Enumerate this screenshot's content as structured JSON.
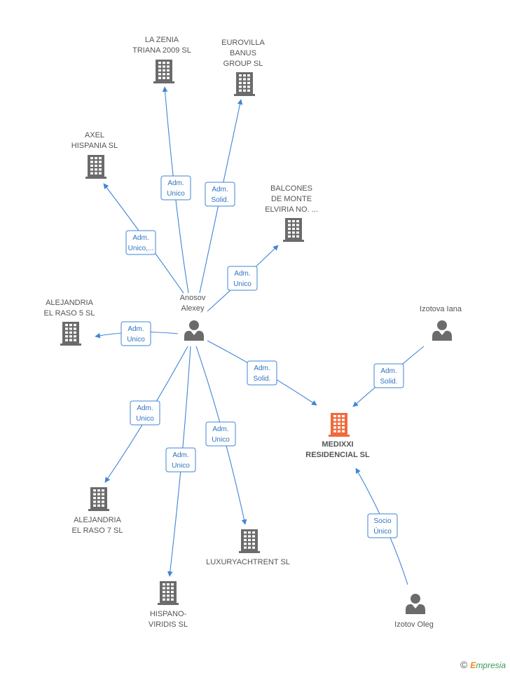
{
  "colors": {
    "edge": "#3f86d6",
    "company": "#6b6b6b",
    "focus": "#f06a3c",
    "person": "#6b6b6b"
  },
  "nodes": [
    {
      "id": "la_zenia",
      "kind": "company",
      "icon": "building-icon",
      "lines": [
        "LA ZENIA",
        "TRIANA 2009 SL"
      ]
    },
    {
      "id": "eurovilla",
      "kind": "company",
      "icon": "building-icon",
      "lines": [
        "EUROVILLA",
        "BANUS",
        "GROUP SL"
      ]
    },
    {
      "id": "axel",
      "kind": "company",
      "icon": "building-icon",
      "lines": [
        "AXEL",
        "HISPANIA SL"
      ]
    },
    {
      "id": "balcones",
      "kind": "company",
      "icon": "building-icon",
      "lines": [
        "BALCONES",
        "DE MONTE",
        "ELVIRIA NO. ..."
      ]
    },
    {
      "id": "alej5",
      "kind": "company",
      "icon": "building-icon",
      "lines": [
        "ALEJANDRIA",
        "EL RASO 5 SL"
      ]
    },
    {
      "id": "anosov",
      "kind": "person",
      "icon": "person-icon",
      "lines": [
        "Anosov",
        "Alexey"
      ]
    },
    {
      "id": "izotova",
      "kind": "person",
      "icon": "person-icon",
      "lines": [
        "Izotova Iana"
      ]
    },
    {
      "id": "medixxi",
      "kind": "focus",
      "icon": "building-icon",
      "lines": [
        "MEDIXXI",
        "RESIDENCIAL SL"
      ]
    },
    {
      "id": "alej7",
      "kind": "company",
      "icon": "building-icon",
      "lines": [
        "ALEJANDRIA",
        "EL RASO 7 SL"
      ]
    },
    {
      "id": "luxury",
      "kind": "company",
      "icon": "building-icon",
      "lines": [
        "LUXURYACHTRENT SL"
      ]
    },
    {
      "id": "hispano",
      "kind": "company",
      "icon": "building-icon",
      "lines": [
        "HISPANO-",
        "VIRIDIS SL"
      ]
    },
    {
      "id": "izotov",
      "kind": "person",
      "icon": "person-icon",
      "lines": [
        "Izotov Oleg"
      ]
    }
  ],
  "edges": [
    {
      "from": "anosov",
      "to": "la_zenia",
      "label": [
        "Adm.",
        "Unico"
      ]
    },
    {
      "from": "anosov",
      "to": "eurovilla",
      "label": [
        "Adm.",
        "Solid."
      ]
    },
    {
      "from": "anosov",
      "to": "axel",
      "label": [
        "Adm.",
        "Unico,..."
      ]
    },
    {
      "from": "anosov",
      "to": "balcones",
      "label": [
        "Adm.",
        "Unico"
      ]
    },
    {
      "from": "anosov",
      "to": "alej5",
      "label": [
        "Adm.",
        "Unico"
      ]
    },
    {
      "from": "anosov",
      "to": "medixxi",
      "label": [
        "Adm.",
        "Solid."
      ]
    },
    {
      "from": "izotova",
      "to": "medixxi",
      "label": [
        "Adm.",
        "Solid."
      ]
    },
    {
      "from": "anosov",
      "to": "alej7",
      "label": [
        "Adm.",
        "Unico"
      ]
    },
    {
      "from": "anosov",
      "to": "hispano",
      "label": [
        "Adm.",
        "Unico"
      ]
    },
    {
      "from": "anosov",
      "to": "luxury",
      "label": [
        "Adm.",
        "Unico"
      ]
    },
    {
      "from": "izotov",
      "to": "medixxi",
      "label": [
        "Socio",
        "Único"
      ]
    }
  ],
  "brand": {
    "copyright": "©",
    "first": "E",
    "rest": "mpresia"
  }
}
